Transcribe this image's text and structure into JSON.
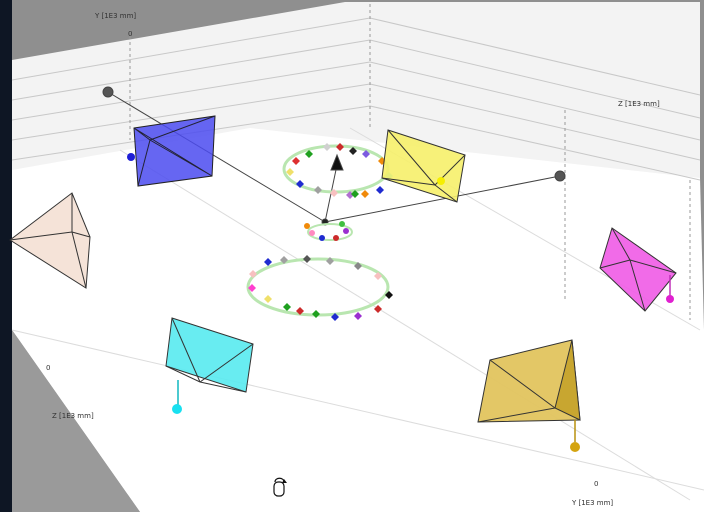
{
  "viewport": {
    "axis_labels": {
      "y_top": "Y [1E3 mm]",
      "z_right": "Z [1E3 mm]",
      "z_left": "Z [1E3 mm]",
      "y_bottom": "Y [1E3 mm]"
    },
    "ticks": {
      "top": "0",
      "left": "0",
      "bottom": "0"
    }
  },
  "colors": {
    "background_desktop": "#0e1624",
    "frame_gray": "#8a8a8a",
    "floor": "#ffffff",
    "blue_target": "#4b4bf0",
    "yellow_target": "#f6f06a",
    "peach_target": "#f5e3d8",
    "magenta_target": "#f05be6",
    "cyan_target": "#58eaf0",
    "gold_target": "#e2c45e"
  },
  "icons": [
    "rotate-cursor-icon"
  ]
}
